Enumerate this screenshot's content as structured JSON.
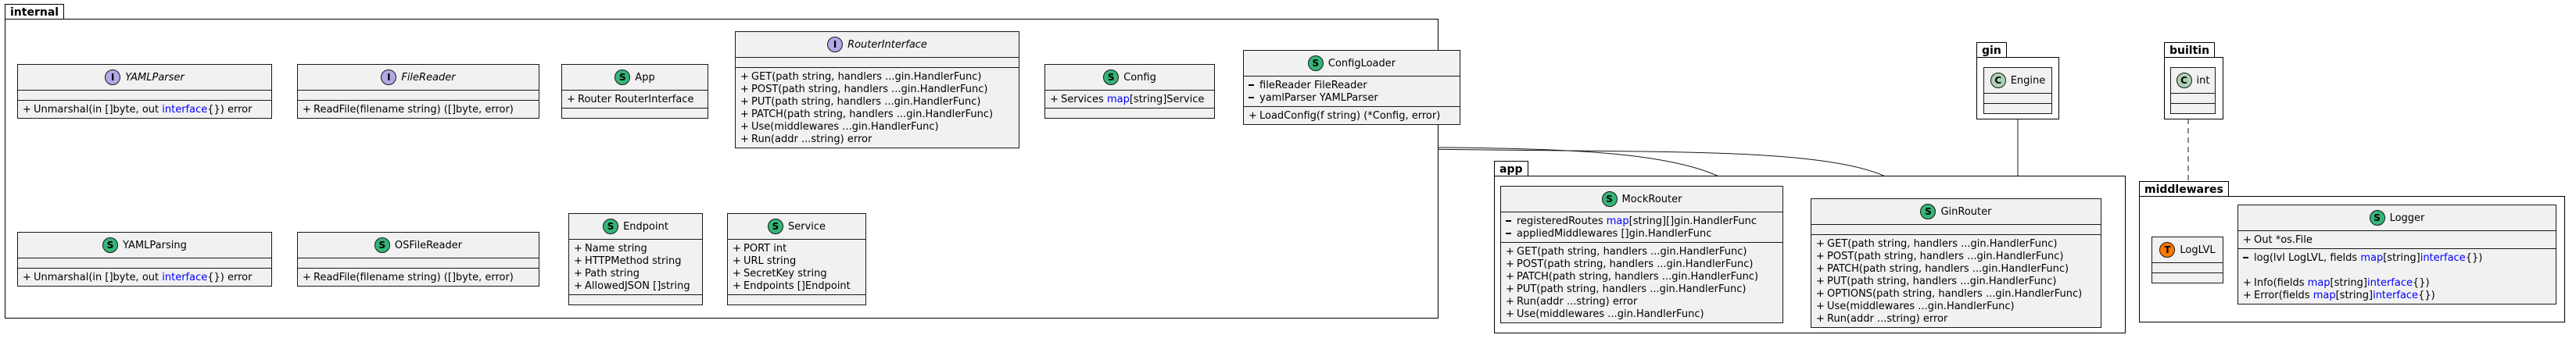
{
  "packages": {
    "internal": "internal",
    "gin": "gin",
    "builtin": "builtin",
    "app": "app",
    "middlewares": "middlewares"
  },
  "classes": {
    "yaml_parser": {
      "stereotype": "I",
      "name": "YAMLParser",
      "abstract": true,
      "fields": [],
      "methods": [
        {
          "vis": "+",
          "parts": [
            [
              "Unmarshal(in []byte, out ",
              ""
            ],
            [
              "interface",
              "kw"
            ],
            [
              "{}) error",
              ""
            ]
          ]
        }
      ]
    },
    "file_reader": {
      "stereotype": "I",
      "name": "FileReader",
      "abstract": true,
      "fields": [],
      "methods": [
        {
          "vis": "+",
          "parts": [
            [
              "ReadFile(filename string) ([]byte, error)",
              ""
            ]
          ]
        }
      ]
    },
    "app": {
      "stereotype": "S",
      "name": "App",
      "abstract": false,
      "fields": [
        {
          "vis": "+",
          "parts": [
            [
              "Router RouterInterface",
              ""
            ]
          ]
        }
      ],
      "methods": []
    },
    "router_interface": {
      "stereotype": "I",
      "name": "RouterInterface",
      "abstract": true,
      "fields": [],
      "methods": [
        {
          "vis": "+",
          "parts": [
            [
              "GET(path string, handlers ...gin.HandlerFunc)",
              ""
            ]
          ]
        },
        {
          "vis": "+",
          "parts": [
            [
              "POST(path string, handlers ...gin.HandlerFunc)",
              ""
            ]
          ]
        },
        {
          "vis": "+",
          "parts": [
            [
              "PUT(path string, handlers ...gin.HandlerFunc)",
              ""
            ]
          ]
        },
        {
          "vis": "+",
          "parts": [
            [
              "PATCH(path string, handlers ...gin.HandlerFunc)",
              ""
            ]
          ]
        },
        {
          "vis": "+",
          "parts": [
            [
              "Use(middlewares ...gin.HandlerFunc)",
              ""
            ]
          ]
        },
        {
          "vis": "+",
          "parts": [
            [
              "Run(addr ...string) error",
              ""
            ]
          ]
        }
      ]
    },
    "config": {
      "stereotype": "S",
      "name": "Config",
      "abstract": false,
      "fields": [
        {
          "vis": "+",
          "parts": [
            [
              "Services ",
              ""
            ],
            [
              "map",
              "kw"
            ],
            [
              "[string]Service",
              ""
            ]
          ]
        }
      ],
      "methods": []
    },
    "config_loader": {
      "stereotype": "S",
      "name": "ConfigLoader",
      "abstract": false,
      "fields": [
        {
          "vis": "-",
          "parts": [
            [
              "fileReader FileReader",
              ""
            ]
          ]
        },
        {
          "vis": "-",
          "parts": [
            [
              "yamlParser YAMLParser",
              ""
            ]
          ]
        }
      ],
      "methods": [
        {
          "vis": "+",
          "parts": [
            [
              "LoadConfig(f string) (*Config, error)",
              ""
            ]
          ]
        }
      ]
    },
    "yaml_parsing": {
      "stereotype": "S",
      "name": "YAMLParsing",
      "abstract": false,
      "fields": [],
      "methods": [
        {
          "vis": "+",
          "parts": [
            [
              "Unmarshal(in []byte, out ",
              ""
            ],
            [
              "interface",
              "kw"
            ],
            [
              "{}) error",
              ""
            ]
          ]
        }
      ]
    },
    "os_file_reader": {
      "stereotype": "S",
      "name": "OSFileReader",
      "abstract": false,
      "fields": [],
      "methods": [
        {
          "vis": "+",
          "parts": [
            [
              "ReadFile(filename string) ([]byte, error)",
              ""
            ]
          ]
        }
      ]
    },
    "endpoint": {
      "stereotype": "S",
      "name": "Endpoint",
      "abstract": false,
      "fields": [
        {
          "vis": "+",
          "parts": [
            [
              "Name string",
              ""
            ]
          ]
        },
        {
          "vis": "+",
          "parts": [
            [
              "HTTPMethod string",
              ""
            ]
          ]
        },
        {
          "vis": "+",
          "parts": [
            [
              "Path string",
              ""
            ]
          ]
        },
        {
          "vis": "+",
          "parts": [
            [
              "AllowedJSON []string",
              ""
            ]
          ]
        }
      ],
      "methods": []
    },
    "service": {
      "stereotype": "S",
      "name": "Service",
      "abstract": false,
      "fields": [
        {
          "vis": "+",
          "parts": [
            [
              "PORT int",
              ""
            ]
          ]
        },
        {
          "vis": "+",
          "parts": [
            [
              "URL string",
              ""
            ]
          ]
        },
        {
          "vis": "+",
          "parts": [
            [
              "SecretKey string",
              ""
            ]
          ]
        },
        {
          "vis": "+",
          "parts": [
            [
              "Endpoints []Endpoint",
              ""
            ]
          ]
        }
      ],
      "methods": []
    },
    "engine": {
      "stereotype": "C",
      "name": "Engine",
      "abstract": false,
      "fields": [],
      "methods": []
    },
    "int": {
      "stereotype": "C",
      "name": "int",
      "abstract": false,
      "fields": [],
      "methods": []
    },
    "mock_router": {
      "stereotype": "S",
      "name": "MockRouter",
      "abstract": false,
      "fields": [
        {
          "vis": "-",
          "parts": [
            [
              "registeredRoutes ",
              ""
            ],
            [
              "map",
              "kw"
            ],
            [
              "[string][]gin.HandlerFunc",
              ""
            ]
          ]
        },
        {
          "vis": "-",
          "parts": [
            [
              "appliedMiddlewares []gin.HandlerFunc",
              ""
            ]
          ]
        }
      ],
      "methods": [
        {
          "vis": "+",
          "parts": [
            [
              "GET(path string, handlers ...gin.HandlerFunc)",
              ""
            ]
          ]
        },
        {
          "vis": "+",
          "parts": [
            [
              "POST(path string, handlers ...gin.HandlerFunc)",
              ""
            ]
          ]
        },
        {
          "vis": "+",
          "parts": [
            [
              "PATCH(path string, handlers ...gin.HandlerFunc)",
              ""
            ]
          ]
        },
        {
          "vis": "+",
          "parts": [
            [
              "PUT(path string, handlers ...gin.HandlerFunc)",
              ""
            ]
          ]
        },
        {
          "vis": "+",
          "parts": [
            [
              "Run(addr ...string) error",
              ""
            ]
          ]
        },
        {
          "vis": "+",
          "parts": [
            [
              "Use(middlewares ...gin.HandlerFunc)",
              ""
            ]
          ]
        }
      ]
    },
    "gin_router": {
      "stereotype": "S",
      "name": "GinRouter",
      "abstract": false,
      "fields": [],
      "methods": [
        {
          "vis": "+",
          "parts": [
            [
              "GET(path string, handlers ...gin.HandlerFunc)",
              ""
            ]
          ]
        },
        {
          "vis": "+",
          "parts": [
            [
              "POST(path string, handlers ...gin.HandlerFunc)",
              ""
            ]
          ]
        },
        {
          "vis": "+",
          "parts": [
            [
              "PATCH(path string, handlers ...gin.HandlerFunc)",
              ""
            ]
          ]
        },
        {
          "vis": "+",
          "parts": [
            [
              "PUT(path string, handlers ...gin.HandlerFunc)",
              ""
            ]
          ]
        },
        {
          "vis": "+",
          "parts": [
            [
              "OPTIONS(path string, handlers ...gin.HandlerFunc)",
              ""
            ]
          ]
        },
        {
          "vis": "+",
          "parts": [
            [
              "Use(middlewares ...gin.HandlerFunc)",
              ""
            ]
          ]
        },
        {
          "vis": "+",
          "parts": [
            [
              "Run(addr ...string) error",
              ""
            ]
          ]
        }
      ]
    },
    "log_lvl": {
      "stereotype": "T",
      "name": "LogLVL",
      "abstract": false,
      "fields": [],
      "methods": []
    },
    "logger": {
      "stereotype": "S",
      "name": "Logger",
      "abstract": false,
      "fields": [
        {
          "vis": "+",
          "parts": [
            [
              "Out *os.File",
              ""
            ]
          ]
        }
      ],
      "methods": [
        {
          "vis": "-",
          "parts": [
            [
              "log(lvl LogLVL, fields ",
              ""
            ],
            [
              "map",
              "kw"
            ],
            [
              "[string]",
              ""
            ],
            [
              "interface",
              "kw"
            ],
            [
              "{})",
              ""
            ]
          ]
        },
        {
          "vis": "",
          "parts": [
            [
              "",
              ""
            ]
          ]
        },
        {
          "vis": "+",
          "parts": [
            [
              "Info(fields ",
              ""
            ],
            [
              "map",
              "kw"
            ],
            [
              "[string]",
              ""
            ],
            [
              "interface",
              "kw"
            ],
            [
              "{})",
              ""
            ]
          ]
        },
        {
          "vis": "+",
          "parts": [
            [
              "Error(fields ",
              ""
            ],
            [
              "map",
              "kw"
            ],
            [
              "[string]",
              ""
            ],
            [
              "interface",
              "kw"
            ],
            [
              "{})",
              ""
            ]
          ]
        }
      ]
    }
  },
  "colors": {
    "struct_badge": "#34b578",
    "interface_badge": "#b4a7e5",
    "class_badge": "#add1b2",
    "type_badge": "#ff7700",
    "keyword": "#0000ff",
    "class_fill": "#f1f1f1"
  }
}
